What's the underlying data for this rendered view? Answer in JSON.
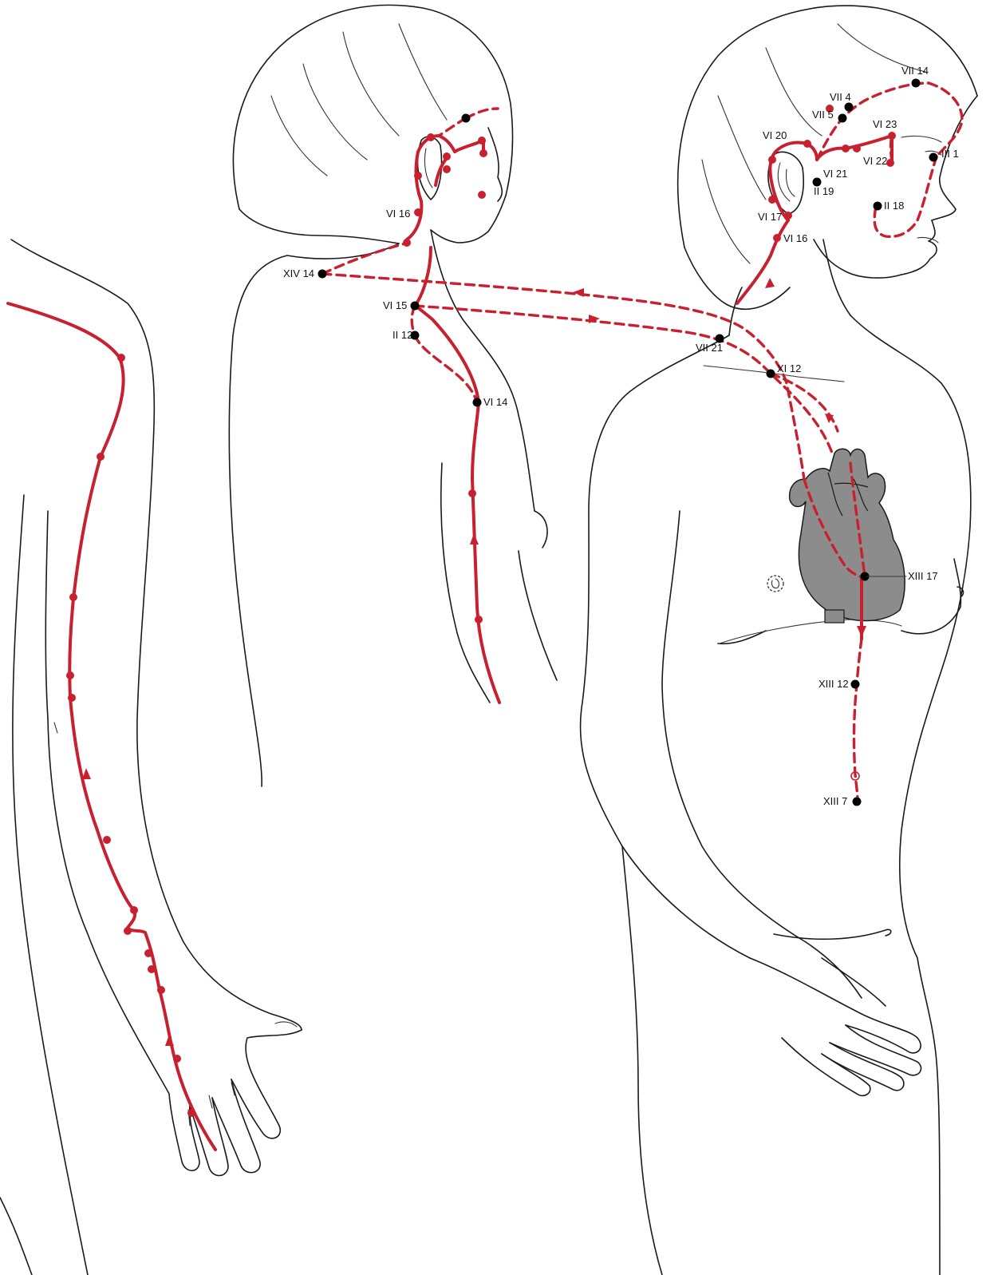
{
  "colors": {
    "meridian": "#c8202e",
    "point_marker": "#000000",
    "outline": "#1a1a1a",
    "heart_fill": "#8c8c8c"
  },
  "labels": {
    "xiv_14": "XIV 14",
    "vi_15": "VI 15",
    "ii_12": "II 12",
    "vi_14": "VI 14",
    "vi_16_back": "VI 16",
    "vii_14": "VII 14",
    "vii_4": "VII 4",
    "vii_5": "VII 5",
    "vi_23": "VI 23",
    "vi_20": "VI 20",
    "iii_1": "III 1",
    "vi_22": "VI 22",
    "vi_21": "VI 21",
    "ii_19": "II 19",
    "ii_18": "II 18",
    "vi_17": "VI 17",
    "vi_16_front": "VI 16",
    "vii_21": "VII 21",
    "xi_12": "XI 12",
    "xiii_17": "XIII 17",
    "xiii_12": "XIII 12",
    "xiii_7": "XIII 7"
  },
  "figure_elements": {
    "heart_icon": "heart-icon"
  }
}
